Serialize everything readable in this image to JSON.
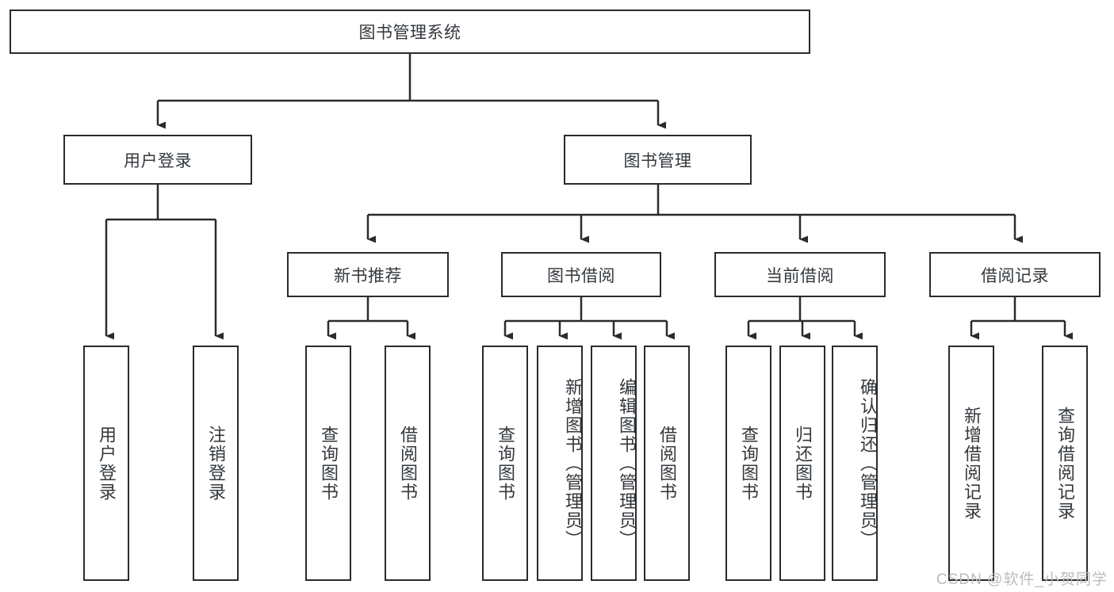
{
  "diagram": {
    "title": "图书管理系统",
    "watermark": "CSDN @软件_小贺同学",
    "colors": {
      "box_border": "#2b2b2b",
      "box_fill": "#ffffff",
      "text": "#33383d",
      "connector": "#2b2b2b",
      "watermark": "#b9bcc0",
      "background": "#ffffff"
    },
    "root": {
      "label": "图书管理系统"
    },
    "level2": [
      {
        "label": "用户登录"
      },
      {
        "label": "图书管理"
      }
    ],
    "level3": [
      {
        "label": "新书推荐"
      },
      {
        "label": "图书借阅"
      },
      {
        "label": "当前借阅"
      },
      {
        "label": "借阅记录"
      }
    ],
    "leaves_user_login": [
      {
        "label": "用户登录"
      },
      {
        "label": "注销登录"
      }
    ],
    "leaves_new_book": [
      {
        "label": "查询图书"
      },
      {
        "label": "借阅图书"
      }
    ],
    "leaves_borrow": [
      {
        "label": "查询图书"
      },
      {
        "label": "新增图书（管理员）"
      },
      {
        "label": "编辑图书（管理员）"
      },
      {
        "label": "借阅图书"
      }
    ],
    "leaves_current": [
      {
        "label": "查询图书"
      },
      {
        "label": "归还图书"
      },
      {
        "label": "确认归还（管理员）"
      }
    ],
    "leaves_record": [
      {
        "label": "新增借阅记录"
      },
      {
        "label": "查询借阅记录"
      }
    ]
  }
}
